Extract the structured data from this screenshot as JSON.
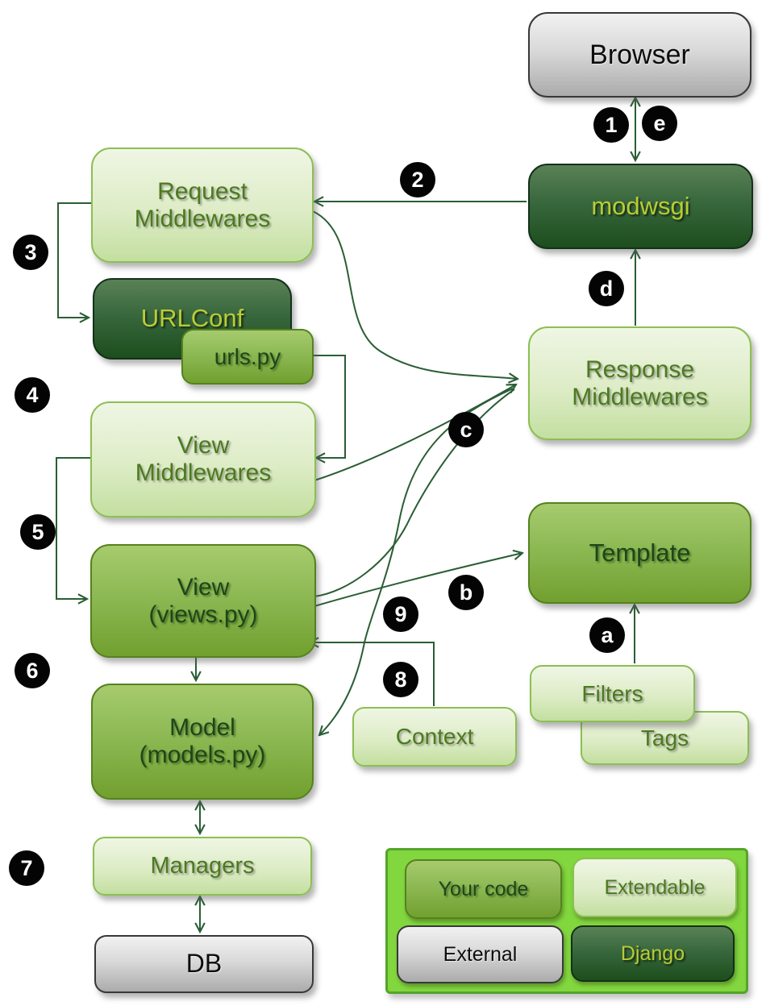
{
  "diagram": {
    "type": "flowchart",
    "subject": "web request/response cycle"
  },
  "nodes": {
    "browser": {
      "label": "Browser",
      "category": "external"
    },
    "modwsgi": {
      "label": "modwsgi",
      "category": "django"
    },
    "request_middlewares": {
      "lines": [
        "Request",
        "Middlewares"
      ],
      "category": "extendable"
    },
    "urlconf": {
      "label": "URLConf",
      "category": "django"
    },
    "urls_py": {
      "label": "urls.py",
      "category": "your_code"
    },
    "view_middlewares": {
      "lines": [
        "View",
        "Middlewares"
      ],
      "category": "extendable"
    },
    "view": {
      "lines": [
        "View",
        "(views.py)"
      ],
      "category": "your_code"
    },
    "model": {
      "lines": [
        "Model",
        "(models.py)"
      ],
      "category": "your_code"
    },
    "managers": {
      "label": "Managers",
      "category": "extendable"
    },
    "db": {
      "label": "DB",
      "category": "external"
    },
    "response_middlewares": {
      "lines": [
        "Response",
        "Middlewares"
      ],
      "category": "extendable"
    },
    "template": {
      "label": "Template",
      "category": "your_code"
    },
    "filters": {
      "label": "Filters",
      "category": "extendable"
    },
    "tags": {
      "label": "Tags",
      "category": "extendable"
    },
    "context": {
      "label": "Context",
      "category": "extendable"
    }
  },
  "badges": {
    "s1": "1",
    "s2": "2",
    "s3": "3",
    "s4": "4",
    "s5": "5",
    "s6": "6",
    "s7": "7",
    "s8": "8",
    "s9": "9",
    "sa": "a",
    "sb": "b",
    "sc": "c",
    "sd": "d",
    "se": "e"
  },
  "legend": {
    "your_code": "Your code",
    "extendable": "Extendable",
    "external": "External",
    "django": "Django"
  },
  "edges": [
    {
      "from": "browser",
      "to": "modwsgi",
      "bidirectional": true,
      "badges": [
        "1",
        "e"
      ]
    },
    {
      "from": "modwsgi",
      "to": "request_middlewares",
      "badges": [
        "2"
      ]
    },
    {
      "from": "request_middlewares",
      "to": "urlconf",
      "badges": [
        "3"
      ]
    },
    {
      "from": "urls_py",
      "to": "view_middlewares",
      "badges": [
        "4"
      ]
    },
    {
      "from": "view_middlewares",
      "to": "view",
      "badges": [
        "5"
      ]
    },
    {
      "from": "view",
      "to": "model",
      "badges": [
        "6"
      ]
    },
    {
      "from": "model",
      "to": "managers",
      "bidirectional": true,
      "badges": [
        "7"
      ]
    },
    {
      "from": "managers",
      "to": "db",
      "bidirectional": true,
      "badges": [
        "7"
      ]
    },
    {
      "from": "context",
      "to": "view",
      "badges": [
        "9"
      ]
    },
    {
      "from": "context",
      "to": "model",
      "badges": [
        "8"
      ]
    },
    {
      "from": "view",
      "to": "template",
      "badges": [
        "b"
      ]
    },
    {
      "from": "view",
      "to": "response_middlewares",
      "badges": [
        "c"
      ]
    },
    {
      "from": "view_middlewares",
      "to": "response_middlewares",
      "badges": [
        "c"
      ]
    },
    {
      "from": "request_middlewares",
      "to": "response_middlewares",
      "badges": []
    },
    {
      "from": "filters",
      "to": "template",
      "badges": [
        "a"
      ]
    },
    {
      "from": "response_middlewares",
      "to": "modwsgi",
      "badges": [
        "d"
      ]
    }
  ],
  "colors": {
    "your_code": "#8db954",
    "extendable": "#ddecc6",
    "external": "#d9d9d9",
    "django": "#35653a",
    "legend_bg": "#82d63e",
    "wire": "#2a5e35",
    "badge_bg": "#040404",
    "badge_text": "#ffffff"
  }
}
